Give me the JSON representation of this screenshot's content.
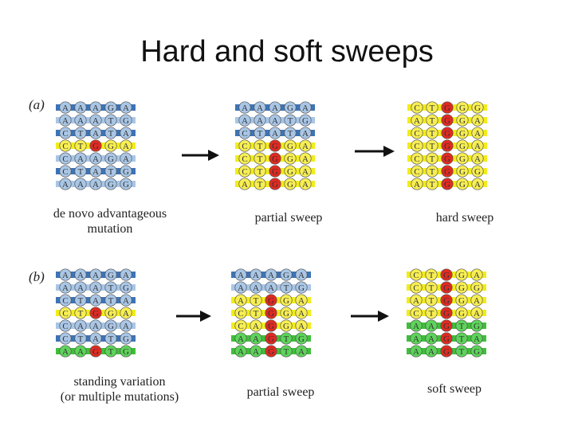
{
  "title": "Hard and soft sweeps",
  "colors": {
    "blue": "#3d74b6",
    "lightblue": "#a9c6e6",
    "yellow": "#f2ec1c",
    "green": "#3fbf3a",
    "circle": "#a9c6e6",
    "circle_yellow": "#f7ee53",
    "circle_green": "#5dd35a",
    "red": "#e02a22",
    "arrow": "#111111"
  },
  "panel_a": {
    "label": "(a)",
    "grids": [
      {
        "caption_lines": [
          "de novo advantageous",
          "mutation"
        ],
        "rows": [
          {
            "color": "blue",
            "bases": [
              "A",
              "A",
              "A",
              "G",
              "A"
            ],
            "mutant": []
          },
          {
            "color": "lightblue",
            "bases": [
              "A",
              "A",
              "A",
              "T",
              "G"
            ],
            "mutant": []
          },
          {
            "color": "blue",
            "bases": [
              "C",
              "T",
              "A",
              "T",
              "A"
            ],
            "mutant": []
          },
          {
            "color": "yellow",
            "bases": [
              "C",
              "T",
              "G",
              "G",
              "A"
            ],
            "mutant": [
              2
            ]
          },
          {
            "color": "lightblue",
            "bases": [
              "C",
              "A",
              "A",
              "G",
              "A"
            ],
            "mutant": []
          },
          {
            "color": "blue",
            "bases": [
              "C",
              "T",
              "A",
              "T",
              "G"
            ],
            "mutant": []
          },
          {
            "color": "lightblue",
            "bases": [
              "A",
              "A",
              "A",
              "G",
              "G"
            ],
            "mutant": []
          }
        ]
      },
      {
        "caption_lines": [
          "partial sweep"
        ],
        "rows": [
          {
            "color": "blue",
            "bases": [
              "A",
              "A",
              "A",
              "G",
              "A"
            ],
            "mutant": []
          },
          {
            "color": "lightblue",
            "bases": [
              "A",
              "A",
              "A",
              "T",
              "G"
            ],
            "mutant": []
          },
          {
            "color": "blue",
            "bases": [
              "C",
              "T",
              "A",
              "T",
              "A"
            ],
            "mutant": []
          },
          {
            "color": "yellow",
            "bases": [
              "C",
              "T",
              "G",
              "G",
              "A"
            ],
            "mutant": [
              2
            ]
          },
          {
            "color": "yellow",
            "bases": [
              "C",
              "T",
              "G",
              "G",
              "A"
            ],
            "mutant": [
              2
            ]
          },
          {
            "color": "yellow",
            "bases": [
              "C",
              "T",
              "G",
              "G",
              "A"
            ],
            "mutant": [
              2
            ]
          },
          {
            "color": "yellow",
            "bases": [
              "A",
              "T",
              "G",
              "G",
              "A"
            ],
            "mutant": [
              2
            ]
          }
        ]
      },
      {
        "caption_lines": [
          "hard sweep"
        ],
        "rows": [
          {
            "color": "yellow",
            "bases": [
              "C",
              "T",
              "G",
              "G",
              "G"
            ],
            "mutant": [
              2
            ]
          },
          {
            "color": "yellow",
            "bases": [
              "A",
              "T",
              "G",
              "G",
              "A"
            ],
            "mutant": [
              2
            ]
          },
          {
            "color": "yellow",
            "bases": [
              "C",
              "T",
              "G",
              "G",
              "A"
            ],
            "mutant": [
              2
            ]
          },
          {
            "color": "yellow",
            "bases": [
              "C",
              "T",
              "G",
              "G",
              "A"
            ],
            "mutant": [
              2
            ]
          },
          {
            "color": "yellow",
            "bases": [
              "C",
              "T",
              "G",
              "G",
              "A"
            ],
            "mutant": [
              2
            ]
          },
          {
            "color": "yellow",
            "bases": [
              "C",
              "T",
              "G",
              "G",
              "G"
            ],
            "mutant": [
              2
            ]
          },
          {
            "color": "yellow",
            "bases": [
              "A",
              "T",
              "G",
              "G",
              "A"
            ],
            "mutant": [
              2
            ]
          }
        ]
      }
    ]
  },
  "panel_b": {
    "label": "(b)",
    "grids": [
      {
        "caption_lines": [
          "standing variation",
          "(or multiple mutations)"
        ],
        "rows": [
          {
            "color": "blue",
            "bases": [
              "A",
              "A",
              "A",
              "G",
              "A"
            ],
            "mutant": []
          },
          {
            "color": "lightblue",
            "bases": [
              "A",
              "A",
              "A",
              "T",
              "G"
            ],
            "mutant": []
          },
          {
            "color": "blue",
            "bases": [
              "C",
              "T",
              "A",
              "T",
              "A"
            ],
            "mutant": []
          },
          {
            "color": "yellow",
            "bases": [
              "C",
              "T",
              "G",
              "G",
              "A"
            ],
            "mutant": [
              2
            ]
          },
          {
            "color": "lightblue",
            "bases": [
              "C",
              "A",
              "A",
              "G",
              "A"
            ],
            "mutant": []
          },
          {
            "color": "blue",
            "bases": [
              "C",
              "T",
              "A",
              "T",
              "G"
            ],
            "mutant": []
          },
          {
            "color": "green",
            "bases": [
              "A",
              "A",
              "G",
              "T",
              "G"
            ],
            "mutant": [
              2
            ]
          }
        ]
      },
      {
        "caption_lines": [
          "partial sweep"
        ],
        "rows": [
          {
            "color": "blue",
            "bases": [
              "A",
              "A",
              "A",
              "G",
              "A"
            ],
            "mutant": []
          },
          {
            "color": "lightblue",
            "bases": [
              "A",
              "A",
              "A",
              "T",
              "G"
            ],
            "mutant": []
          },
          {
            "color": "yellow",
            "bases": [
              "A",
              "T",
              "G",
              "G",
              "A"
            ],
            "mutant": [
              2
            ]
          },
          {
            "color": "yellow",
            "bases": [
              "C",
              "T",
              "G",
              "G",
              "A"
            ],
            "mutant": [
              2
            ]
          },
          {
            "color": "yellow",
            "bases": [
              "C",
              "A",
              "G",
              "G",
              "A"
            ],
            "mutant": [
              2
            ]
          },
          {
            "color": "green",
            "bases": [
              "A",
              "A",
              "G",
              "T",
              "G"
            ],
            "mutant": [
              2
            ]
          },
          {
            "color": "green",
            "bases": [
              "A",
              "A",
              "G",
              "T",
              "A"
            ],
            "mutant": [
              2
            ]
          }
        ]
      },
      {
        "caption_lines": [
          "soft sweep"
        ],
        "rows": [
          {
            "color": "yellow",
            "bases": [
              "C",
              "T",
              "G",
              "G",
              "A"
            ],
            "mutant": [
              2
            ]
          },
          {
            "color": "yellow",
            "bases": [
              "C",
              "T",
              "G",
              "G",
              "G"
            ],
            "mutant": [
              2
            ]
          },
          {
            "color": "yellow",
            "bases": [
              "A",
              "T",
              "G",
              "G",
              "A"
            ],
            "mutant": [
              2
            ]
          },
          {
            "color": "yellow",
            "bases": [
              "C",
              "T",
              "G",
              "G",
              "A"
            ],
            "mutant": [
              2
            ]
          },
          {
            "color": "green",
            "bases": [
              "A",
              "A",
              "G",
              "T",
              "G"
            ],
            "mutant": [
              2
            ]
          },
          {
            "color": "green",
            "bases": [
              "A",
              "A",
              "G",
              "T",
              "A"
            ],
            "mutant": [
              2
            ]
          },
          {
            "color": "green",
            "bases": [
              "A",
              "A",
              "G",
              "T",
              "G"
            ],
            "mutant": [
              2
            ]
          }
        ]
      }
    ]
  }
}
